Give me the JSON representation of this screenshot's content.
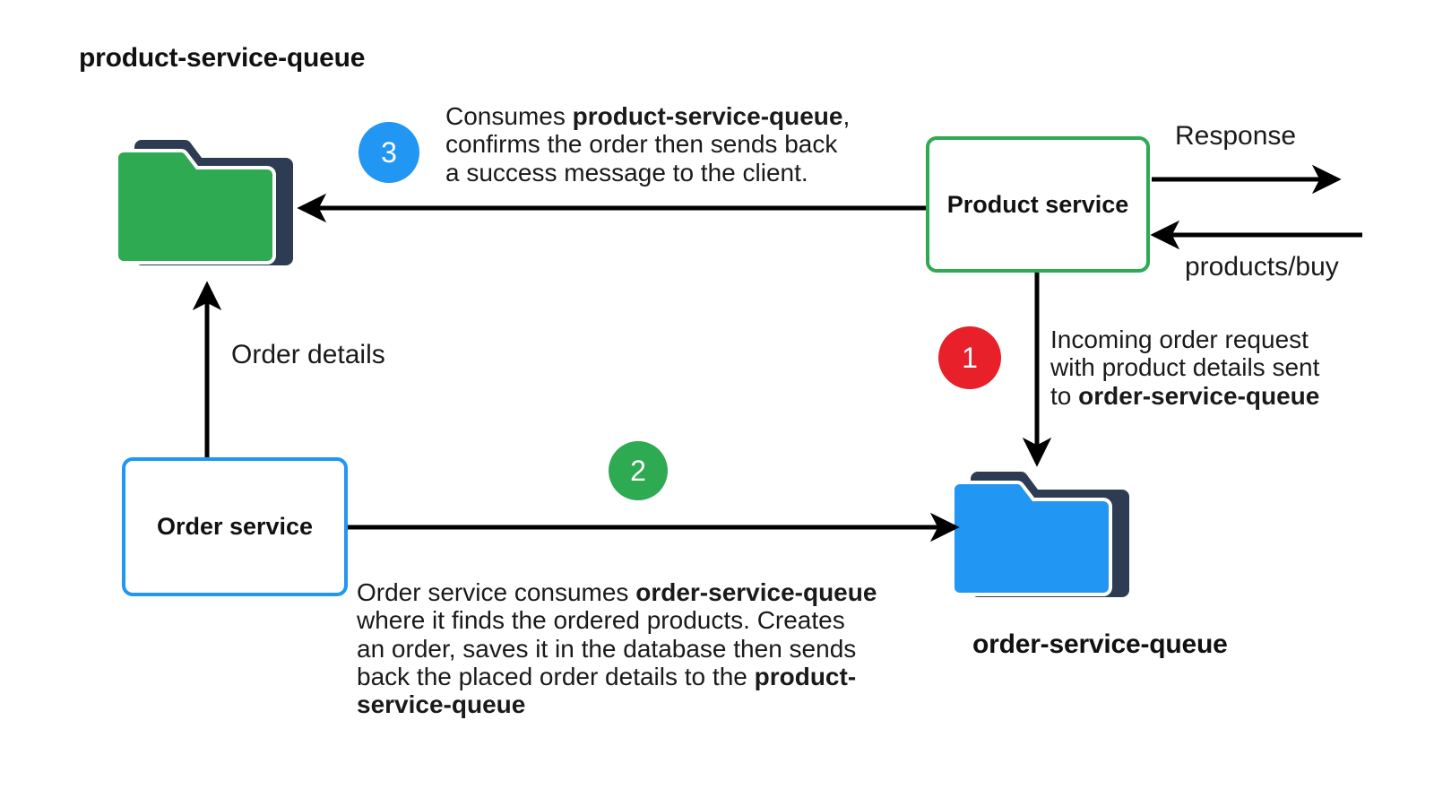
{
  "diagram": {
    "title_top_left": "product-service-queue",
    "queues": [
      {
        "id": "product-service-queue",
        "label": "product-service-queue",
        "color": "#2eaa52",
        "back_color": "#2d3c52"
      },
      {
        "id": "order-service-queue",
        "label": "order-service-queue",
        "color": "#2196f3",
        "back_color": "#2d3c52"
      }
    ],
    "services": [
      {
        "id": "product-service",
        "label": "Product service",
        "border_color": "#2eaa52"
      },
      {
        "id": "order-service",
        "label": "Order service",
        "border_color": "#2196f3"
      }
    ],
    "edge_labels": {
      "response": "Response",
      "products_buy": "products/buy",
      "order_details": "Order details"
    },
    "steps": [
      {
        "number": "1",
        "badge_color": "#e8202a",
        "lines": [
          [
            {
              "t": "Incoming order request",
              "b": false
            }
          ],
          [
            {
              "t": "with product details sent",
              "b": false
            }
          ],
          [
            {
              "t": "to ",
              "b": false
            },
            {
              "t": "order-service-queue",
              "b": true
            }
          ]
        ]
      },
      {
        "number": "2",
        "badge_color": "#2eaa52",
        "lines": [
          [
            {
              "t": "Order service consumes ",
              "b": false
            },
            {
              "t": "order-service-queue",
              "b": true
            }
          ],
          [
            {
              "t": "where it finds the ordered products. Creates",
              "b": false
            }
          ],
          [
            {
              "t": "an order, saves it in the database then sends",
              "b": false
            }
          ],
          [
            {
              "t": "back the placed order details to the ",
              "b": false
            },
            {
              "t": "product-",
              "b": true
            }
          ],
          [
            {
              "t": "service-queue",
              "b": true
            }
          ]
        ]
      },
      {
        "number": "3",
        "badge_color": "#2196f3",
        "lines": [
          [
            {
              "t": "Consumes ",
              "b": false
            },
            {
              "t": "product-service-queue",
              "b": true
            },
            {
              "t": ",",
              "b": false
            }
          ],
          [
            {
              "t": "confirms the order then sends back",
              "b": false
            }
          ],
          [
            {
              "t": "a success message to the client.",
              "b": false
            }
          ]
        ]
      }
    ]
  }
}
